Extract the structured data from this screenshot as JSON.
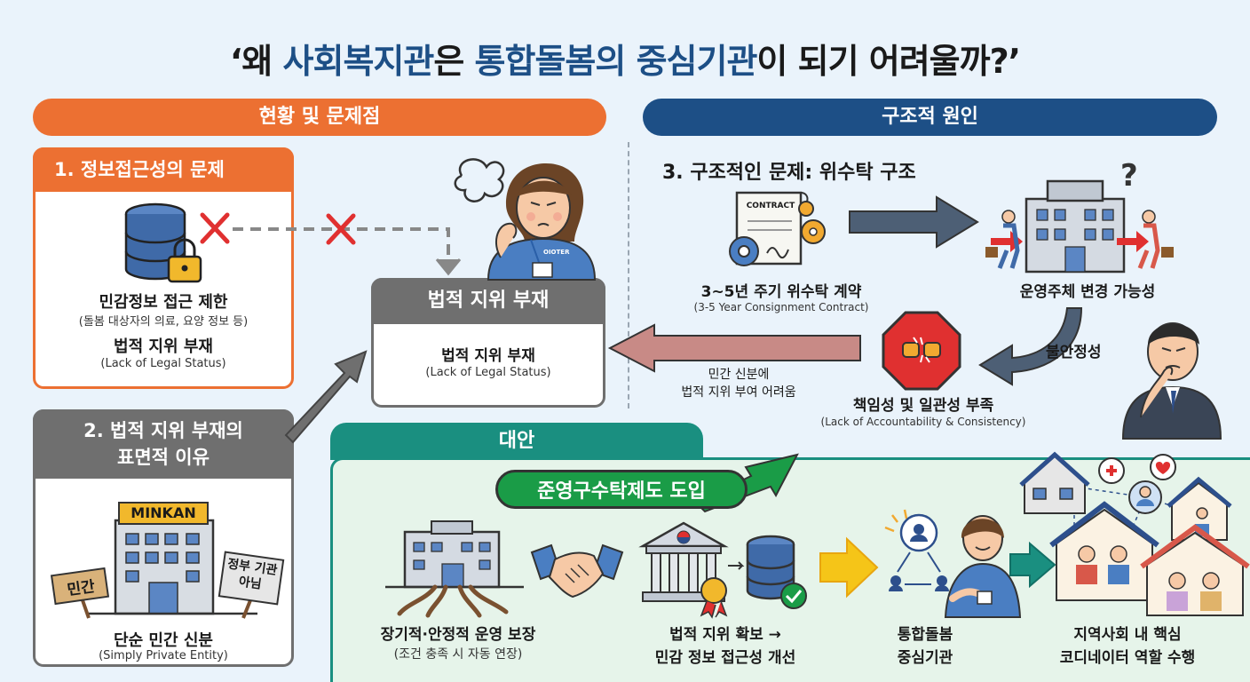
{
  "title": {
    "part1": "‘왜 ",
    "hl1": "사회복지관",
    "part2": "은 ",
    "hl2": "통합돌봄의 중심기관",
    "part3": "이 되기 어려울까?’"
  },
  "headers": {
    "left": "현황 및 문제점",
    "right": "구조적 원인",
    "bottom": "대안"
  },
  "box1": {
    "title": "1. 정보접근성의 문제",
    "line1": "민감정보 접근 제한",
    "line2": "(돌봄 대상자의 의료, 요양 정보 등)",
    "line3": "법적 지위 부재",
    "line4": "(Lack of Legal Status)"
  },
  "box2": {
    "title_line1": "2. 법적 지위 부재의",
    "title_line2": "표면적 이유",
    "building_sign": "MINKAN",
    "sign_left": "민간",
    "sign_right_line1": "정부 기관",
    "sign_right_line2": "아님",
    "line1": "단순 민간 신분",
    "line2": "(Simply Private Entity)"
  },
  "center_box": {
    "header": "법적 지위 부재",
    "line1": "법적 지위 부재",
    "line2": "(Lack of Legal Status)"
  },
  "worker_badge": "OIOTER",
  "structure": {
    "title": "3. 구조적인 문제: 위수탁 구조",
    "contract_doc": "CONTRACT",
    "contract_label": "3~5년 주기 위수탁 계약",
    "contract_sub": "(3-5 Year Consignment Contract)",
    "operator_label": "운영주체 변경 가능성",
    "question_mark": "?",
    "instability": "불안정성",
    "accountability": "책임성 및 일관성 부족",
    "accountability_sub": "(Lack of Accountability & Consistency)",
    "arrow_note_line1": "민간 신분에",
    "arrow_note_line2": "법적 지위 부여 어려움"
  },
  "alternative": {
    "banner": "준영구수탁제도 도입",
    "item1_line1": "장기적·안정적 운영 보장",
    "item1_line2": "(조건 충족 시 자동 연장)",
    "item2_line1": "법적 지위 확보 →",
    "item2_line2": "민감 정보 접근성 개선",
    "item3_line1": "통합돌봄",
    "item3_line2": "중심기관",
    "item4_line1": "지역사회 내 핵심",
    "item4_line2": "코디네이터 역할 수행"
  },
  "colors": {
    "orange": "#ec7032",
    "navy": "#1d4f86",
    "gray": "#6f6f6f",
    "teal": "#1a8f80",
    "green": "#1a9c47",
    "red": "#e03030"
  }
}
